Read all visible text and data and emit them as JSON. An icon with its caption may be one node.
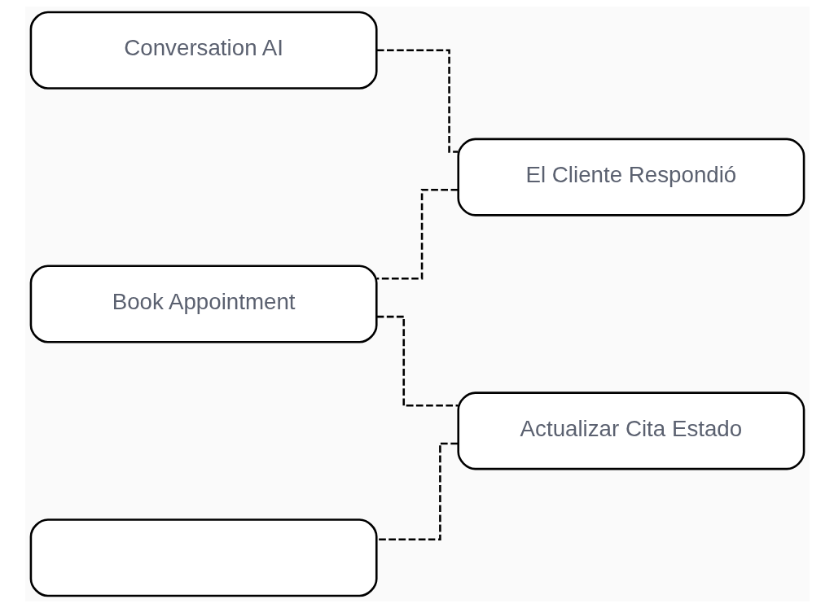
{
  "diagram": {
    "nodes": [
      {
        "text": [
          "Conversation AI"
        ]
      },
      {
        "text": [
          "El Cliente Respondió"
        ]
      },
      {
        "text": [
          "Book Appointment"
        ]
      },
      {
        "text": [
          "Actualizar Cita Estado"
        ]
      },
      {
        "text": [],
        "shape": "box"
      }
    ],
    "edges": [
      {
        "from": 0,
        "to": 1,
        "arrow": "none",
        "style": "dashed"
      },
      {
        "from": 1,
        "to": 2,
        "arrow": "none",
        "style": "dashed"
      },
      {
        "from": 2,
        "to": 3,
        "arrow": "none",
        "style": "dashed"
      },
      {
        "from": 3,
        "to": 4,
        "arrow": "none",
        "style": "dashed"
      }
    ]
  }
}
